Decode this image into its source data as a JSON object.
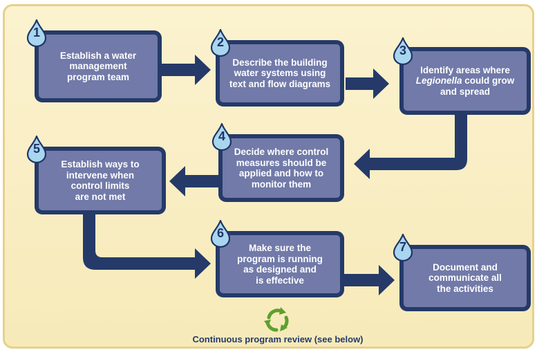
{
  "steps": [
    {
      "number": "1",
      "lines": [
        "Establish a water",
        "management",
        "program team"
      ]
    },
    {
      "number": "2",
      "lines": [
        "Describe the building",
        "water systems using",
        "text and flow diagrams"
      ]
    },
    {
      "number": "3",
      "lines_rich": [
        [
          "Identify areas where"
        ],
        [
          "Legionella",
          " could grow"
        ],
        [
          "and spread"
        ]
      ]
    },
    {
      "number": "4",
      "lines": [
        "Decide where control",
        "measures should be",
        "applied and how to",
        "monitor them"
      ]
    },
    {
      "number": "5",
      "lines": [
        "Establish ways to",
        "intervene when",
        "control limits",
        "are not met"
      ]
    },
    {
      "number": "6",
      "lines": [
        "Make sure the",
        "program is running",
        "as designed and",
        "is effective"
      ]
    },
    {
      "number": "7",
      "lines": [
        "Document and",
        "communicate all",
        "the activities"
      ]
    }
  ],
  "footer": "Continuous program review (see below)",
  "colors": {
    "background": "#f8ecc0",
    "border": "#e6d08c",
    "box_outer": "#253a69",
    "box_inner": "#717aa8",
    "arrow": "#253a69",
    "drop": "#a9d6ef",
    "cycle_icon": "#5da02e"
  },
  "icons": {
    "step_marker": "water-drop-icon",
    "review": "recycle-arrows-icon"
  }
}
